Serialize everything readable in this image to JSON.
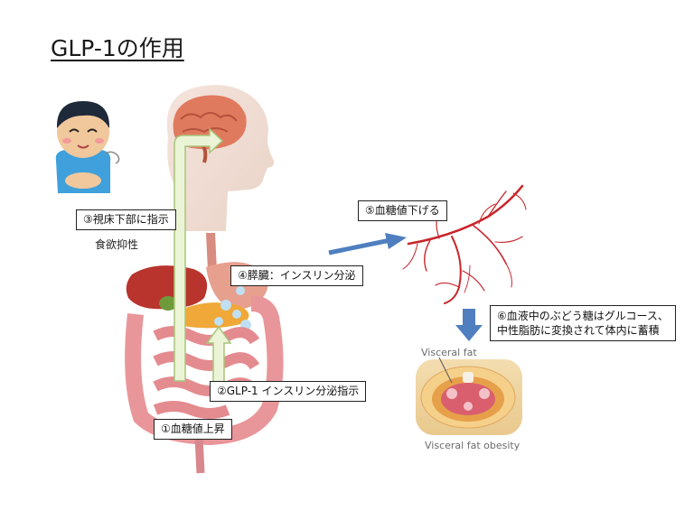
{
  "title": "GLP-1の作用",
  "labels": {
    "step1": "①血糖値上昇",
    "step2": "②GLP-1 インスリン分泌指示",
    "step3": "③視床下部に指示",
    "appetite": "食欲抑性",
    "step4": "④膵臓：インスリン分泌",
    "step5": "⑤血糖値下げる",
    "step6_line1": "⑥血液中のぶどう糖はグルコース、",
    "step6_line2": "中性脂肪に変換されて体内に蓄積"
  },
  "fat_image": {
    "top_label": "Visceral fat",
    "bottom_label": "Visceral fat obesity"
  },
  "colors": {
    "green_arrow_fill": "#ebf4d6",
    "green_arrow_stroke": "#a9c47a",
    "blue_arrow": "#4f7fbf",
    "vessel": "#c8262c",
    "brain": "#e07a5f",
    "intestine": "#e9969a"
  }
}
